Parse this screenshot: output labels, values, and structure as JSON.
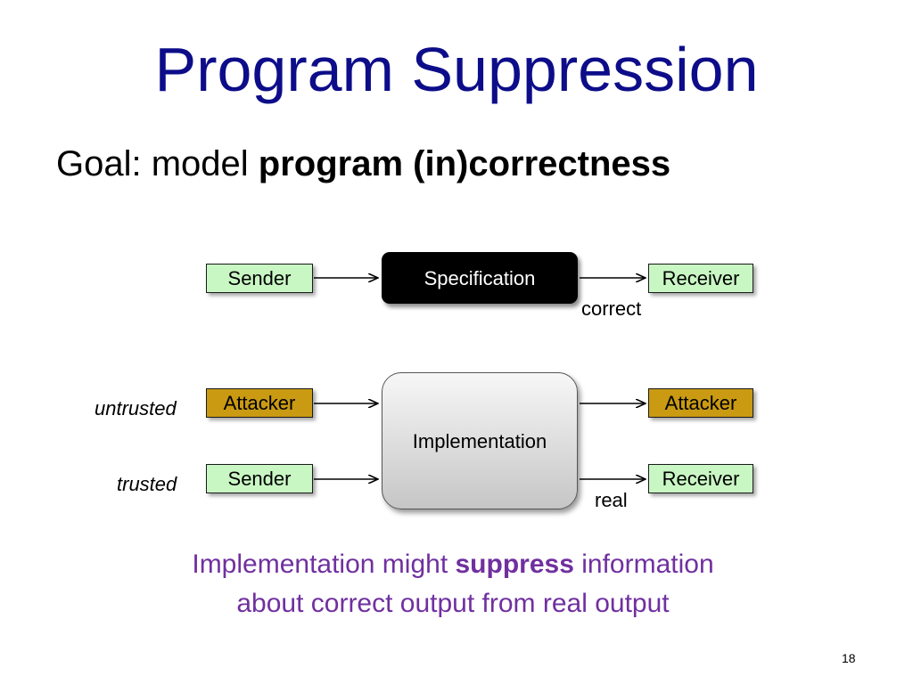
{
  "title": "Program Suppression",
  "goal": {
    "prefix": "Goal: model ",
    "emphasis": "program (in)correctness"
  },
  "diagram": {
    "top_sender": "Sender",
    "specification": "Specification",
    "top_receiver": "Receiver",
    "correct_label": "correct",
    "untrusted_label": "untrusted",
    "trusted_label": "trusted",
    "attacker_in": "Attacker",
    "sender_in": "Sender",
    "implementation": "Implementation",
    "attacker_out": "Attacker",
    "receiver_out": "Receiver",
    "real_label": "real"
  },
  "caption": {
    "line1_pre": "Implementation might ",
    "line1_bold": "suppress",
    "line1_post": " information",
    "line2": "about correct output from real output"
  },
  "page_number": "18",
  "colors": {
    "title": "#0d0d8a",
    "caption": "#7030a0",
    "green_box": "#c9f7c4",
    "gold_box": "#c99a12"
  }
}
